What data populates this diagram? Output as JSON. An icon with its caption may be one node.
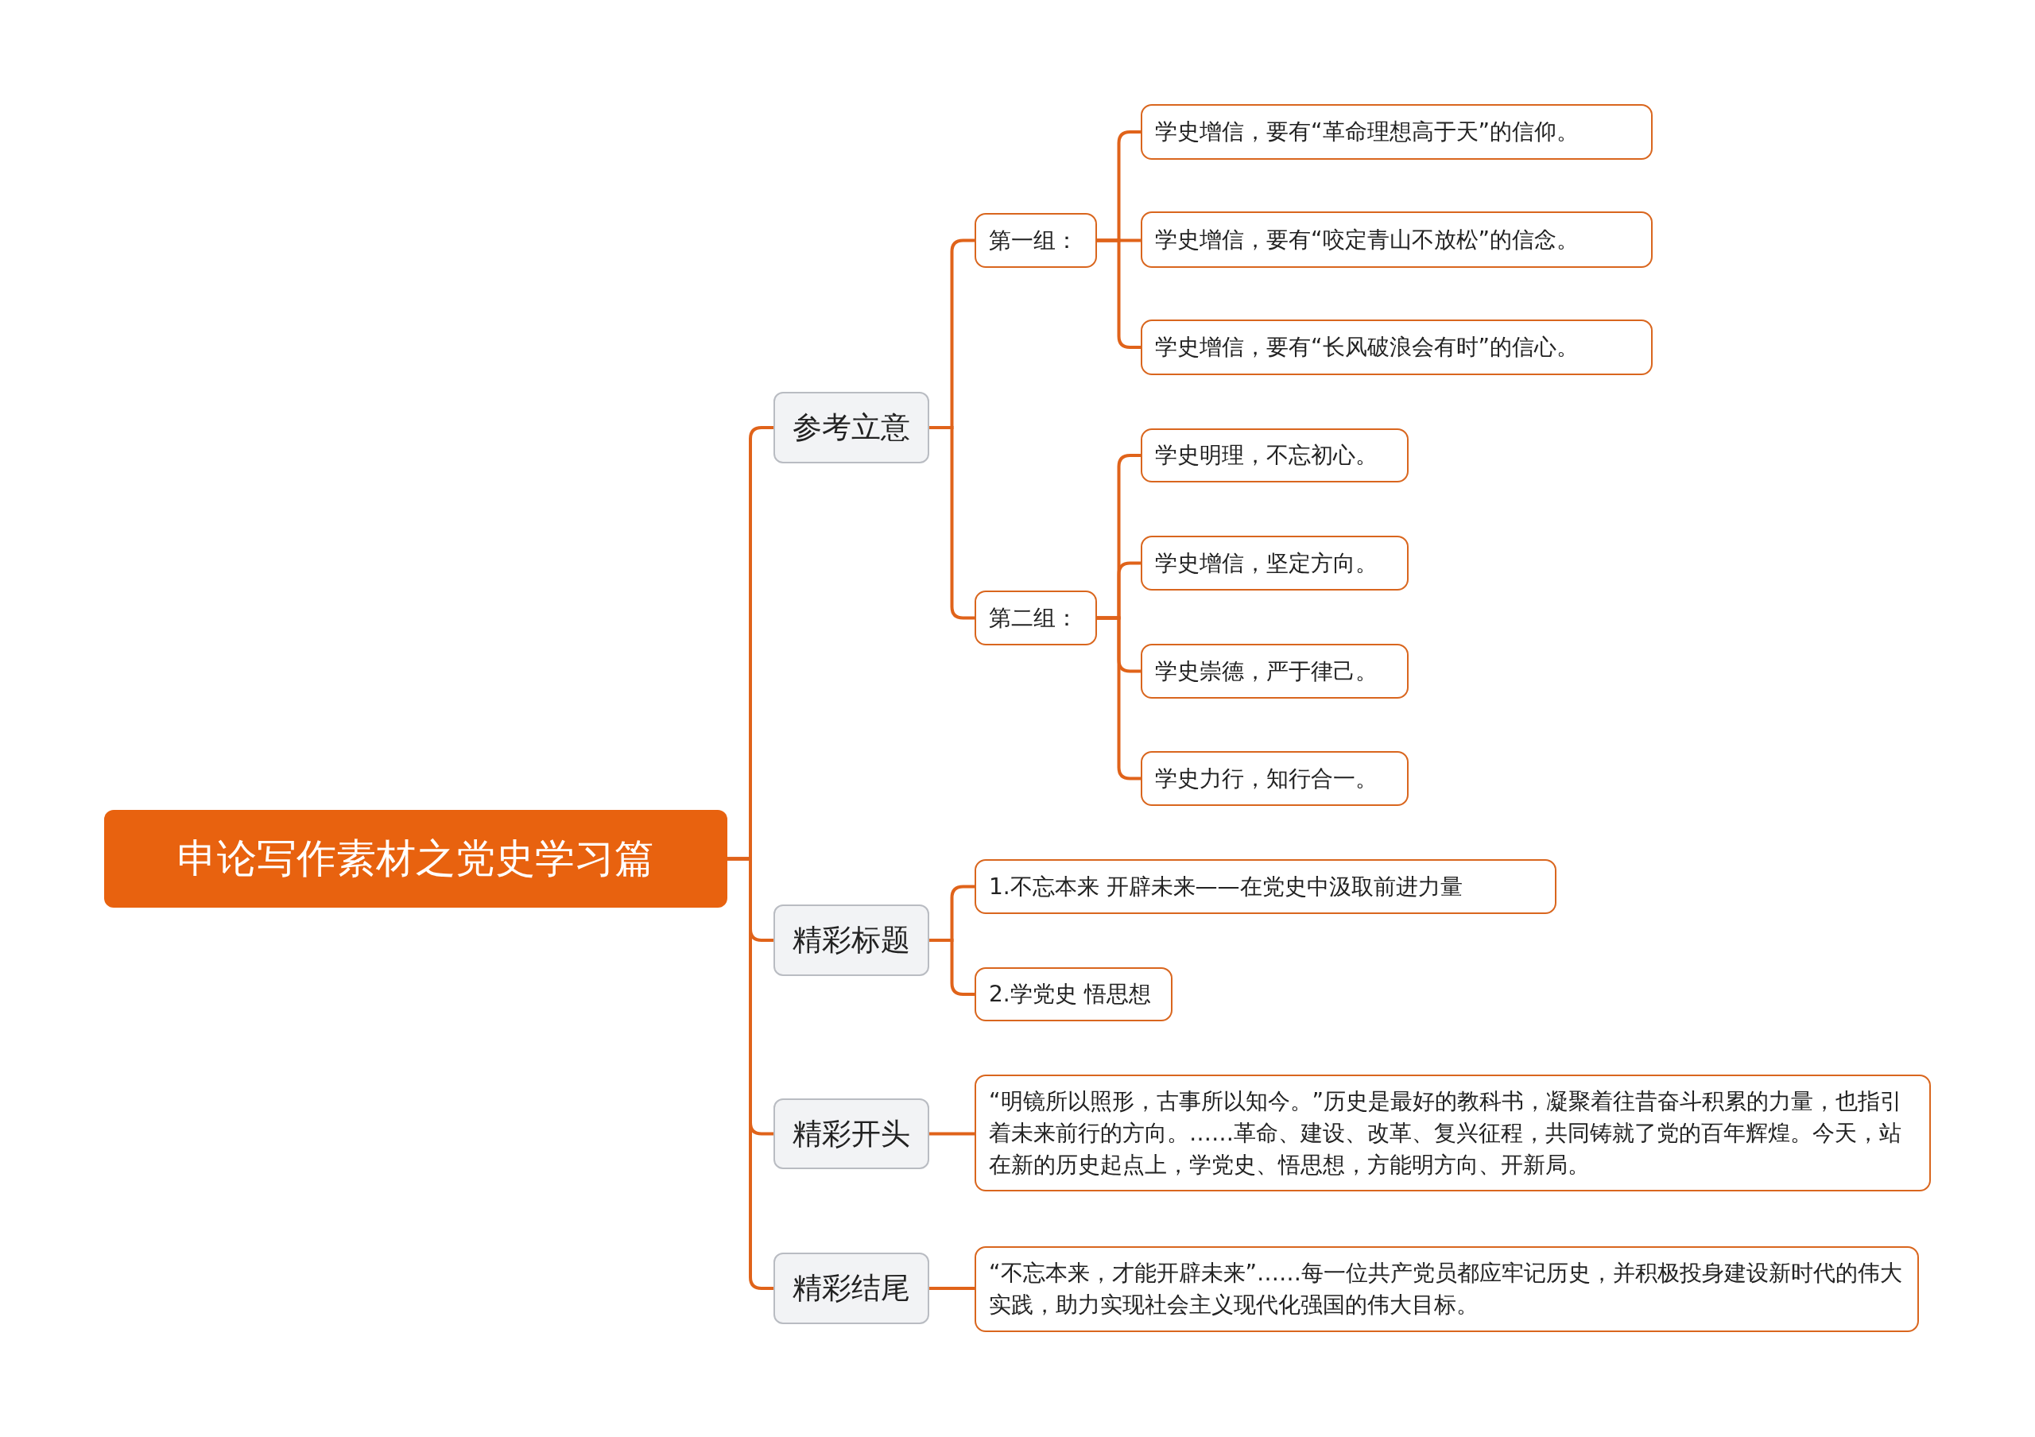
{
  "diagram": {
    "nodes": [
      {
        "text": [
          "申论写作素材之党史学习篇"
        ]
      },
      {
        "text": [
          "参考立意"
        ]
      },
      {
        "text": [
          "第一组："
        ]
      },
      {
        "text": [
          "学史增信，要有“革命理想高于天”的信仰。"
        ]
      },
      {
        "text": [
          "学史增信，要有“咬定青山不放松”的信念。"
        ]
      },
      {
        "text": [
          "学史增信，要有“长风破浪会有时”的信心。"
        ]
      },
      {
        "text": [
          "第二组："
        ]
      },
      {
        "text": [
          "学史明理，不忘初心。"
        ]
      },
      {
        "text": [
          "学史增信，坚定方向。"
        ]
      },
      {
        "text": [
          "学史崇德，严于律己。"
        ]
      },
      {
        "text": [
          "学史力行，知行合一。"
        ]
      },
      {
        "text": [
          "精彩标题"
        ]
      },
      {
        "text": [
          "1.不忘本来 开辟未来——在党史中汲取前进力量"
        ]
      },
      {
        "text": [
          "2.学党史 悟思想"
        ]
      },
      {
        "text": [
          "精彩开头"
        ]
      },
      {
        "text": [
          "“明镜所以照形，古事所以知今。”历史是最好的教科书，凝聚着往昔奋斗积累的力量，也指引着未来前行的方向。……革命、建设、改革、复兴征程，共同铸就了党的百年辉煌。今天，站在新的历史起点上，学党史、悟思想，方能明方向、开新局。"
        ]
      },
      {
        "text": [
          "精彩结尾"
        ]
      },
      {
        "text": [
          "“不忘本来，才能开辟未来”……每一位共产党员都应牢记历史，并积极投身建设新时代的伟大实践，助力实现社会主义现代化强国的伟大目标。"
        ]
      }
    ],
    "edges": [
      {
        "from": 0,
        "to": 1,
        "arrow": "none"
      },
      {
        "from": 1,
        "to": 2,
        "arrow": "none"
      },
      {
        "from": 2,
        "to": 3,
        "arrow": "none"
      },
      {
        "from": 2,
        "to": 4,
        "arrow": "none"
      },
      {
        "from": 2,
        "to": 5,
        "arrow": "none"
      },
      {
        "from": 1,
        "to": 6,
        "arrow": "none"
      },
      {
        "from": 6,
        "to": 7,
        "arrow": "none"
      },
      {
        "from": 6,
        "to": 8,
        "arrow": "none"
      },
      {
        "from": 6,
        "to": 9,
        "arrow": "none"
      },
      {
        "from": 6,
        "to": 10,
        "arrow": "none"
      },
      {
        "from": 0,
        "to": 11,
        "arrow": "none"
      },
      {
        "from": 11,
        "to": 12,
        "arrow": "none"
      },
      {
        "from": 11,
        "to": 13,
        "arrow": "none"
      },
      {
        "from": 0,
        "to": 14,
        "arrow": "none"
      },
      {
        "from": 14,
        "to": 15,
        "arrow": "none"
      },
      {
        "from": 0,
        "to": 16,
        "arrow": "none"
      },
      {
        "from": 16,
        "to": 17,
        "arrow": "none"
      }
    ]
  }
}
